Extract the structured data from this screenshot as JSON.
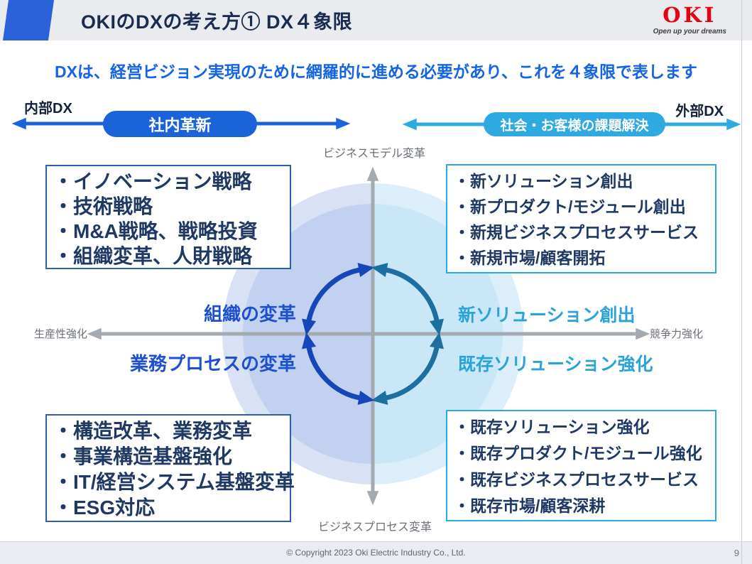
{
  "header": {
    "title": "OKIのDXの考え方① DX４象限",
    "logo_text": "OKI",
    "logo_tagline": "Open up your dreams"
  },
  "subtitle": "DXは、経営ビジョン実現のために網羅的に進める必要があり、これを４象限で表します",
  "top_axis": {
    "internal_label": "内部DX",
    "external_label": "外部DX",
    "internal_pill": "社内革新",
    "external_pill": "社会・お客様の課題解決"
  },
  "quadrant": {
    "axis": {
      "top": "ビジネスモデル変革",
      "bottom": "ビジネスプロセス変革",
      "left": "生産性強化",
      "right": "競争力強化"
    },
    "labels": {
      "top_left": "組織の変革",
      "bottom_left": "業務プロセスの変革",
      "top_right": "新ソリューション創出",
      "bottom_right": "既存ソリューション強化"
    },
    "boxes": {
      "top_left": {
        "items": [
          "・イノベーション戦略",
          "・技術戦略",
          "・M&A戦略、戦略投資",
          "・組織変革、人財戦略"
        ]
      },
      "top_right": {
        "items": [
          "・新ソリューション創出",
          "・新プロダクト/モジュール創出",
          "・新規ビジネスプロセスサービス",
          "・新規市場/顧客開拓"
        ]
      },
      "bottom_left": {
        "items": [
          "・構造改革、業務変革",
          "・事業構造基盤強化",
          "・IT/経営システム基盤変革",
          "・ESG対応"
        ]
      },
      "bottom_right": {
        "items": [
          "・既存ソリューション強化",
          "・既存プロダクト/モジュール強化",
          "・既存ビジネスプロセスサービス",
          "・既存市場/顧客深耕"
        ]
      }
    }
  },
  "footer": {
    "copyright": "© Copyright 2023 Oki Electric Industry Co., Ltd.",
    "page": "9"
  },
  "colors": {
    "brand_red": "#e60012",
    "royal_blue": "#1b63d8",
    "cyan_blue": "#2fa9e1",
    "arc_blue_left": "#1746b8",
    "arc_teal_right": "#1c6f9f",
    "navy_text": "#1f3864",
    "subtitle_blue": "#1464e6",
    "axis_gray": "#a3aab1",
    "header_bg": "#e9ebef"
  }
}
